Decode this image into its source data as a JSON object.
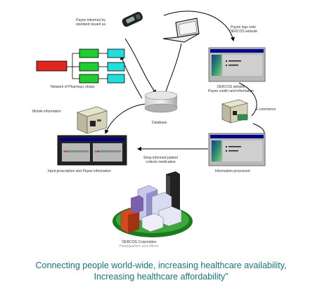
{
  "labels": {
    "payee_informed": [
      "Payee informed by",
      "standard issued sa"
    ],
    "payee_logs": [
      "Payee logs onto",
      "OERCOS website"
    ],
    "pharmacy_network": "Network of Pharmacy shops",
    "oercos_website": [
      "OERCOS website",
      "Payee credit card information"
    ],
    "mobile_information": "Mobile information",
    "ecommerce": "E-commerce",
    "database": "Database",
    "input_prescription": "Input prescription and Payee information",
    "shop_informed": [
      "Shop informed patient",
      "collects medication"
    ],
    "information_processed": "Information processed",
    "corporation": "OERCOS Corporation",
    "corporation_sub": "Headquarters and offices"
  },
  "caption": {
    "line1": "Connecting people world-wide, increasing healthcare availability,",
    "line2": "Increasing healthcare affordability”"
  },
  "colors": {
    "caption": "#1b6f7a",
    "pharmacy_hub": "#e0261f",
    "pharmacy_branch": "#22cc33",
    "pharmacy_leaf": "#22dddd",
    "screen_bar": "#000088",
    "screen_body": "#2e7d6e",
    "screen_frame": "#b8b8b8"
  },
  "icons": {
    "phone": "mobile-phone-icon",
    "laptop": "laptop-icon",
    "database": "database-cylinder-icon",
    "server": "server-icon",
    "headquarters": "city-buildings-icon"
  }
}
